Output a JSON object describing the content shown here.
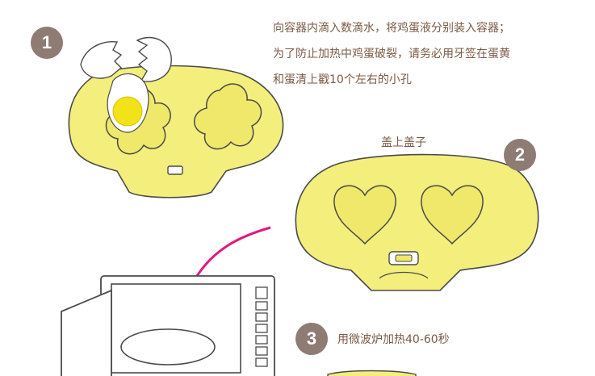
{
  "colors": {
    "badge": "#8e7b74",
    "text": "#7a5a45",
    "tray": "#f4ee7c",
    "outline": "#4a4a4a",
    "arrow": "#e2187f",
    "yolk": "#f2e21a"
  },
  "step1": {
    "number": "1",
    "lines": [
      "向容器内滴入数滴水，将鸡蛋液分别装入容器；",
      "为了防止加热中鸡蛋破裂，请务必用牙签在蛋黄",
      "和蛋清上戳10个左右的小孔"
    ]
  },
  "step2": {
    "number": "2",
    "caption": "盖上盖子"
  },
  "step3": {
    "number": "3",
    "caption": "用微波炉加热40-60秒"
  },
  "icons": {
    "egg_tray": "egg-tray-flower-illustration",
    "lid": "heart-lid-illustration",
    "microwave": "microwave-illustration",
    "arrow": "curved-arrow-icon"
  }
}
